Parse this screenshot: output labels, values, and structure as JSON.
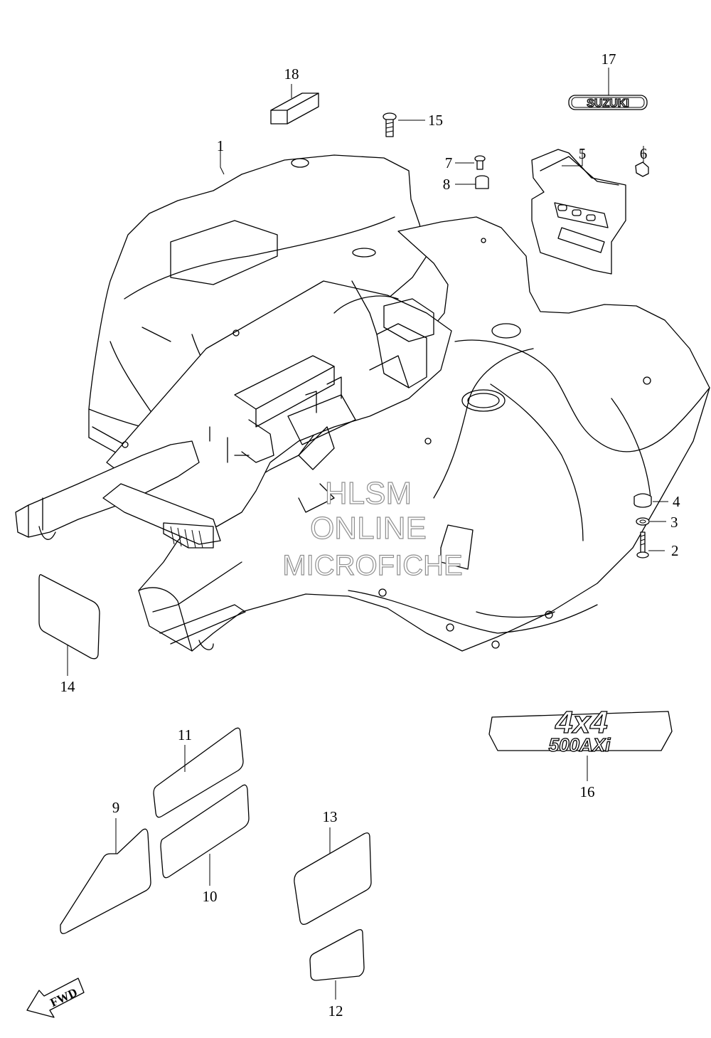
{
  "callouts": {
    "c1": "1",
    "c2": "2",
    "c3": "3",
    "c4": "4",
    "c5": "5",
    "c6": "6",
    "c7": "7",
    "c8": "8",
    "c9": "9",
    "c10": "10",
    "c11": "11",
    "c12": "12",
    "c13": "13",
    "c14": "14",
    "c15": "15",
    "c16": "16",
    "c17": "17",
    "c18": "18"
  },
  "emblems": {
    "suzuki": "SUZUKI",
    "model_top": "4x4",
    "model_bottom": "500AXi"
  },
  "watermark": {
    "line1": "HLSM",
    "line2": "ONLINE",
    "line3": "MICROFICHE"
  },
  "fwd_arrow": "FWD"
}
